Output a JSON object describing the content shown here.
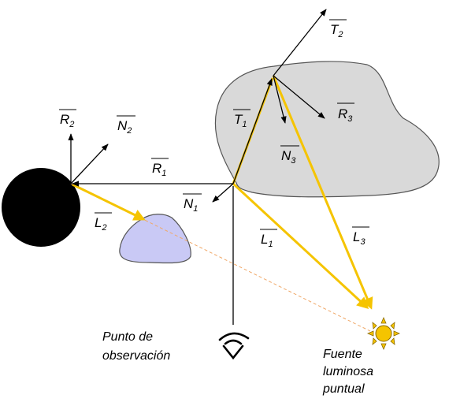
{
  "vectors": {
    "R1": {
      "letter": "R",
      "sub": "1"
    },
    "R2": {
      "letter": "R",
      "sub": "2"
    },
    "R3": {
      "letter": "R",
      "sub": "3"
    },
    "N1": {
      "letter": "N",
      "sub": "1"
    },
    "N2": {
      "letter": "N",
      "sub": "2"
    },
    "N3": {
      "letter": "N",
      "sub": "3"
    },
    "T1": {
      "letter": "T",
      "sub": "1"
    },
    "T2": {
      "letter": "T",
      "sub": "2"
    },
    "L1": {
      "letter": "L",
      "sub": "1"
    },
    "L2": {
      "letter": "L",
      "sub": "2"
    },
    "L3": {
      "letter": "L",
      "sub": "3"
    }
  },
  "captions": {
    "viewpoint": [
      "Punto de",
      "observación"
    ],
    "light": [
      "Fuente",
      "luminosa",
      "puntual"
    ]
  },
  "colors": {
    "light_ray": "#f5c400",
    "dashed_ray": "#f0a868",
    "gray_object": "#d9d9d9",
    "lilac_object": "#c9c9f5",
    "black_sphere": "#000000",
    "sun": "#f5c400"
  },
  "icons": [
    "eye-icon",
    "sun-icon"
  ]
}
